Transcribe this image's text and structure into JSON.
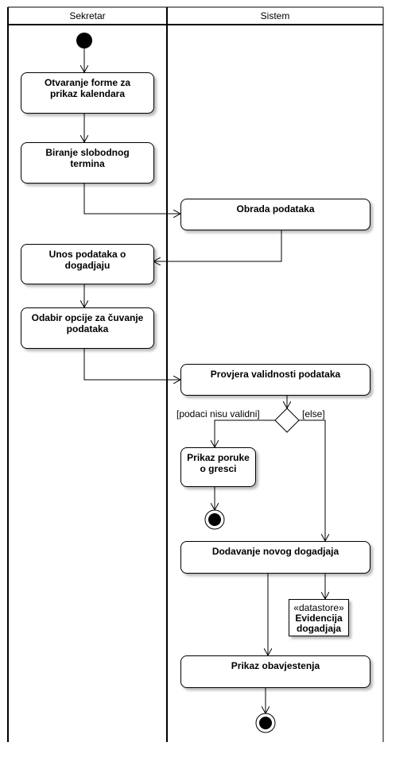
{
  "lanes": {
    "left": "Sekretar",
    "right": "Sistem"
  },
  "actions": {
    "open_form": [
      "Otvaranje forme za",
      "prikaz kalendara"
    ],
    "choose_term": [
      "Biranje slobodnog",
      "termina"
    ],
    "process_data": [
      "Obrada podataka"
    ],
    "enter_data": [
      "Unos podataka o",
      "dogadjaju"
    ],
    "save_option": [
      "Odabir opcije za čuvanje",
      "podataka"
    ],
    "validate": [
      "Provjera validnosti podataka"
    ],
    "show_error": [
      "Prikaz poruke",
      "o gresci"
    ],
    "add_event": [
      "Dodavanje novog dogadjaja"
    ],
    "show_notice": [
      "Prikaz obavjestenja"
    ]
  },
  "guards": {
    "invalid": "[podaci nisu validni]",
    "else": "[else]"
  },
  "datastore": {
    "stereotype": "«datastore»",
    "name": [
      "Evidencija",
      "dogadjaja"
    ]
  }
}
